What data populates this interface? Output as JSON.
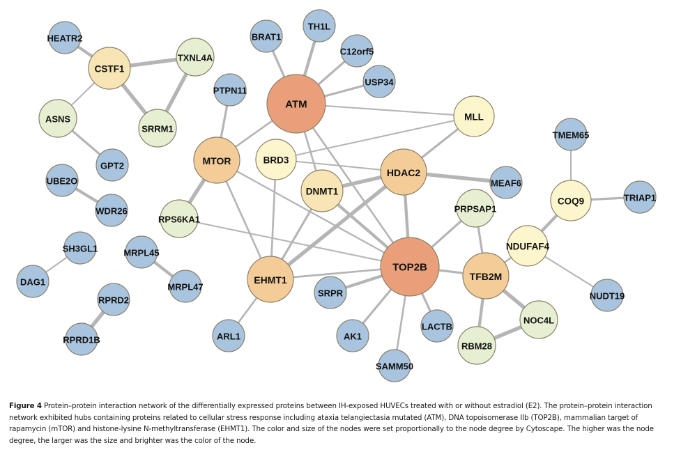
{
  "figure": {
    "label": "Figure 4",
    "caption": "Protein–protein interaction network of the differentially expressed proteins between IH-exposed HUVECs treated with or without estradiol (E2). The protein–protein interaction network exhibited hubs containing proteins related to cellular stress response including ataxia telangiectasia mutated (ATM), DNA topoisomerase IIb (TOP2B), mammalian target of rapamycin (mTOR) and histone-lysine N-methyltransferase (EHMT1). The color and size of the nodes were set proportionally to the node degree by Cytoscape. The higher was the node degree, the larger was the size and brighter was the color of the node."
  },
  "colors": {
    "hub_high": "#e9a07a",
    "hub_mid": "#f3cc98",
    "mid": "#f8e5b5",
    "low_yellow": "#fdf6cc",
    "low_green": "#e6efd2",
    "leaf_blue": "#a9c4de",
    "edge": "#b5b5b5",
    "node_border": "#8a7f6a"
  },
  "legend_levels": [
    "hub_high",
    "hub_mid",
    "mid",
    "low_yellow",
    "low_green",
    "leaf_blue"
  ],
  "nodes": [
    {
      "id": "HEATR2",
      "level": "leaf_blue"
    },
    {
      "id": "CSTF1",
      "level": "mid"
    },
    {
      "id": "TXNL4A",
      "level": "low_green"
    },
    {
      "id": "ASNS",
      "level": "low_green"
    },
    {
      "id": "SRRM1",
      "level": "low_green"
    },
    {
      "id": "GPT2",
      "level": "leaf_blue"
    },
    {
      "id": "UBE2O",
      "level": "leaf_blue"
    },
    {
      "id": "WDR26",
      "level": "leaf_blue"
    },
    {
      "id": "SH3GL1",
      "level": "leaf_blue"
    },
    {
      "id": "DAG1",
      "level": "leaf_blue"
    },
    {
      "id": "MRPL45",
      "level": "leaf_blue"
    },
    {
      "id": "MRPL47",
      "level": "leaf_blue"
    },
    {
      "id": "RPRD2",
      "level": "leaf_blue"
    },
    {
      "id": "RPRD1B",
      "level": "leaf_blue"
    },
    {
      "id": "BRAT1",
      "level": "leaf_blue"
    },
    {
      "id": "TH1L",
      "level": "leaf_blue"
    },
    {
      "id": "C12orf5",
      "level": "leaf_blue"
    },
    {
      "id": "USP34",
      "level": "leaf_blue"
    },
    {
      "id": "PTPN11",
      "level": "leaf_blue"
    },
    {
      "id": "ATM",
      "level": "hub_high"
    },
    {
      "id": "MLL",
      "level": "low_yellow"
    },
    {
      "id": "MTOR",
      "level": "hub_mid"
    },
    {
      "id": "BRD3",
      "level": "low_yellow"
    },
    {
      "id": "HDAC2",
      "level": "hub_mid"
    },
    {
      "id": "DNMT1",
      "level": "mid"
    },
    {
      "id": "MEAF6",
      "level": "leaf_blue"
    },
    {
      "id": "RPS6KA1",
      "level": "low_green"
    },
    {
      "id": "EHMT1",
      "level": "hub_mid"
    },
    {
      "id": "TOP2B",
      "level": "hub_high"
    },
    {
      "id": "SRPR",
      "level": "leaf_blue"
    },
    {
      "id": "ARL1",
      "level": "leaf_blue"
    },
    {
      "id": "AK1",
      "level": "leaf_blue"
    },
    {
      "id": "SAMM50",
      "level": "leaf_blue"
    },
    {
      "id": "LACTB",
      "level": "leaf_blue"
    },
    {
      "id": "PRPSAP1",
      "level": "low_green"
    },
    {
      "id": "TFB2M",
      "level": "hub_mid"
    },
    {
      "id": "NDUFAF4",
      "level": "low_yellow"
    },
    {
      "id": "COQ9",
      "level": "low_yellow"
    },
    {
      "id": "TMEM65",
      "level": "leaf_blue"
    },
    {
      "id": "TRIAP1",
      "level": "leaf_blue"
    },
    {
      "id": "NUDT19",
      "level": "leaf_blue"
    },
    {
      "id": "NOC4L",
      "level": "low_green"
    },
    {
      "id": "RBM28",
      "level": "low_green"
    }
  ],
  "edges": [
    {
      "source": "HEATR2",
      "target": "CSTF1",
      "weight": 3
    },
    {
      "source": "CSTF1",
      "target": "TXNL4A",
      "weight": 4
    },
    {
      "source": "CSTF1",
      "target": "SRRM1",
      "weight": 4
    },
    {
      "source": "CSTF1",
      "target": "ASNS",
      "weight": 1
    },
    {
      "source": "TXNL4A",
      "target": "SRRM1",
      "weight": 4
    },
    {
      "source": "ASNS",
      "target": "GPT2",
      "weight": 2
    },
    {
      "source": "UBE2O",
      "target": "WDR26",
      "weight": 3
    },
    {
      "source": "SH3GL1",
      "target": "DAG1",
      "weight": 1
    },
    {
      "source": "MRPL45",
      "target": "MRPL47",
      "weight": 3
    },
    {
      "source": "RPRD2",
      "target": "RPRD1B",
      "weight": 4
    },
    {
      "source": "BRAT1",
      "target": "ATM",
      "weight": 2
    },
    {
      "source": "TH1L",
      "target": "ATM",
      "weight": 3
    },
    {
      "source": "C12orf5",
      "target": "ATM",
      "weight": 2
    },
    {
      "source": "USP34",
      "target": "ATM",
      "weight": 2
    },
    {
      "source": "ATM",
      "target": "MLL",
      "weight": 1
    },
    {
      "source": "ATM",
      "target": "MTOR",
      "weight": 1.5
    },
    {
      "source": "ATM",
      "target": "DNMT1",
      "weight": 1.5
    },
    {
      "source": "ATM",
      "target": "TOP2B",
      "weight": 1.5
    },
    {
      "source": "PTPN11",
      "target": "MTOR",
      "weight": 2
    },
    {
      "source": "MTOR",
      "target": "RPS6KA1",
      "weight": 4
    },
    {
      "source": "MTOR",
      "target": "EHMT1",
      "weight": 1.5
    },
    {
      "source": "MTOR",
      "target": "TOP2B",
      "weight": 1.2
    },
    {
      "source": "BRD3",
      "target": "MLL",
      "weight": 1
    },
    {
      "source": "BRD3",
      "target": "HDAC2",
      "weight": 1
    },
    {
      "source": "BRD3",
      "target": "EHMT1",
      "weight": 1.5
    },
    {
      "source": "MLL",
      "target": "HDAC2",
      "weight": 2
    },
    {
      "source": "HDAC2",
      "target": "DNMT1",
      "weight": 4
    },
    {
      "source": "HDAC2",
      "target": "MEAF6",
      "weight": 4
    },
    {
      "source": "HDAC2",
      "target": "EHMT1",
      "weight": 4
    },
    {
      "source": "HDAC2",
      "target": "TOP2B",
      "weight": 3
    },
    {
      "source": "DNMT1",
      "target": "EHMT1",
      "weight": 2
    },
    {
      "source": "DNMT1",
      "target": "TOP2B",
      "weight": 3
    },
    {
      "source": "RPS6KA1",
      "target": "TOP2B",
      "weight": 1
    },
    {
      "source": "EHMT1",
      "target": "TOP2B",
      "weight": 1.5
    },
    {
      "source": "EHMT1",
      "target": "ARL1",
      "weight": 1.5
    },
    {
      "source": "SRPR",
      "target": "TOP2B",
      "weight": 3
    },
    {
      "source": "AK1",
      "target": "TOP2B",
      "weight": 2
    },
    {
      "source": "SAMM50",
      "target": "TOP2B",
      "weight": 1.5
    },
    {
      "source": "LACTB",
      "target": "TOP2B",
      "weight": 2
    },
    {
      "source": "PRPSAP1",
      "target": "TOP2B",
      "weight": 2
    },
    {
      "source": "TOP2B",
      "target": "TFB2M",
      "weight": 2
    },
    {
      "source": "PRPSAP1",
      "target": "TFB2M",
      "weight": 2
    },
    {
      "source": "TFB2M",
      "target": "NDUFAF4",
      "weight": 1.5
    },
    {
      "source": "TFB2M",
      "target": "NOC4L",
      "weight": 4
    },
    {
      "source": "TFB2M",
      "target": "RBM28",
      "weight": 3
    },
    {
      "source": "NOC4L",
      "target": "RBM28",
      "weight": 4
    },
    {
      "source": "NDUFAF4",
      "target": "COQ9",
      "weight": 3
    },
    {
      "source": "NDUFAF4",
      "target": "NUDT19",
      "weight": 1
    },
    {
      "source": "COQ9",
      "target": "TMEM65",
      "weight": 1
    },
    {
      "source": "COQ9",
      "target": "TRIAP1",
      "weight": 2
    }
  ]
}
